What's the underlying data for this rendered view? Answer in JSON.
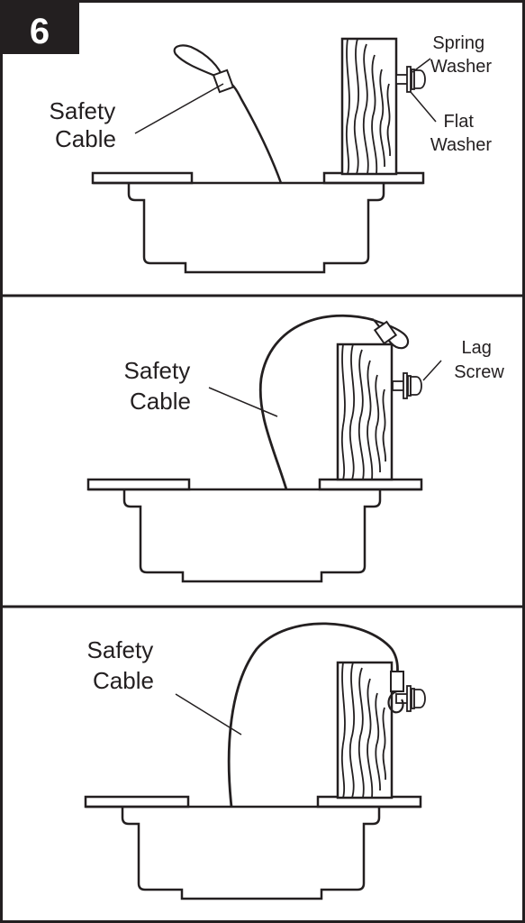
{
  "step_number": "6",
  "panels": [
    {
      "labels": {
        "cable_line1": "Safety",
        "cable_line2": "Cable",
        "spring_line1": "Spring",
        "spring_line2": "Washer",
        "flat_line1": "Flat",
        "flat_line2": "Washer"
      }
    },
    {
      "labels": {
        "cable_line1": "Safety",
        "cable_line2": "Cable",
        "lag_line1": "Lag",
        "lag_line2": "Screw"
      }
    },
    {
      "labels": {
        "cable_line1": "Safety",
        "cable_line2": "Cable"
      }
    }
  ],
  "colors": {
    "ink": "#231f20",
    "background": "#ffffff"
  }
}
